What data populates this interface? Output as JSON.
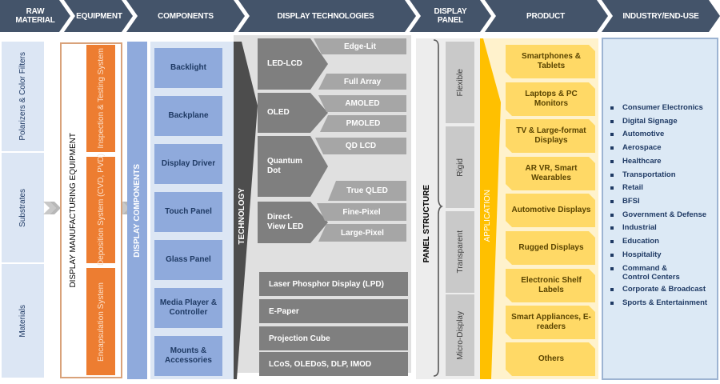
{
  "header": {
    "steps": [
      {
        "label": "RAW MATERIAL"
      },
      {
        "label": "EQUIPMENT"
      },
      {
        "label": "COMPONENTS"
      },
      {
        "label": "DISPLAY TECHNOLOGIES"
      },
      {
        "label": "DISPLAY PANEL"
      },
      {
        "label": "PRODUCT"
      },
      {
        "label": "INDUSTRY/END-USE"
      }
    ],
    "color": "#44546a"
  },
  "raw_material": {
    "items": [
      "Polarizers & Color Filters",
      "Substrates",
      "Materials"
    ]
  },
  "equipment": {
    "title": "DISPLAY MANUFACTURING EQUIPMENT",
    "items": [
      "Inspection & Testing System",
      "Deposition System (CVD, PVD)",
      "Encapsulation System"
    ]
  },
  "components": {
    "title": "DISPLAY COMPONENTS",
    "items": [
      "Backlight",
      "Backplane",
      "Display Driver",
      "Touch Panel",
      "Glass Panel",
      "Media Player & Controller",
      "Mounts & Accessories"
    ]
  },
  "technology": {
    "title": "TECHNOLOGY",
    "groups": [
      {
        "name": "LED-LCD",
        "subs": [
          "Edge-Lit",
          "Full Array"
        ]
      },
      {
        "name": "OLED",
        "subs": [
          "AMOLED",
          "PMOLED"
        ]
      },
      {
        "name": "Quantum Dot",
        "subs": [
          "QD LCD",
          "True QLED"
        ]
      },
      {
        "name": "Direct-View LED",
        "subs": [
          "Fine-Pixel",
          "Large-Pixel"
        ]
      }
    ],
    "others": [
      "Laser Phosphor Display (LPD)",
      "E-Paper",
      "Projection Cube",
      "LCoS, OLEDoS, DLP, IMOD"
    ]
  },
  "panel": {
    "title": "PANEL STRUCTURE",
    "items": [
      "Flexible",
      "Rigid",
      "Transparent",
      "Micro-Display"
    ]
  },
  "product": {
    "title": "APPLICATION",
    "items": [
      "Smartphones & Tablets",
      "Laptops & PC Monitors",
      "TV & Large-format Displays",
      "AR VR, Smart Wearables",
      "Automotive Displays",
      "Rugged Displays",
      "Electronic Shelf Labels",
      "Smart Appliances, E-readers",
      "Others"
    ]
  },
  "industry": {
    "items": [
      "Consumer Electronics",
      "Digital Signage",
      "Automotive",
      "Aerospace",
      "Healthcare",
      "Transportation",
      "Retail",
      "BFSI",
      "Government & Defense",
      "Industrial",
      "Education",
      "Hospitality",
      "Command & Control Centers",
      "Corporate & Broadcast",
      "Sports & Entertainment"
    ]
  }
}
